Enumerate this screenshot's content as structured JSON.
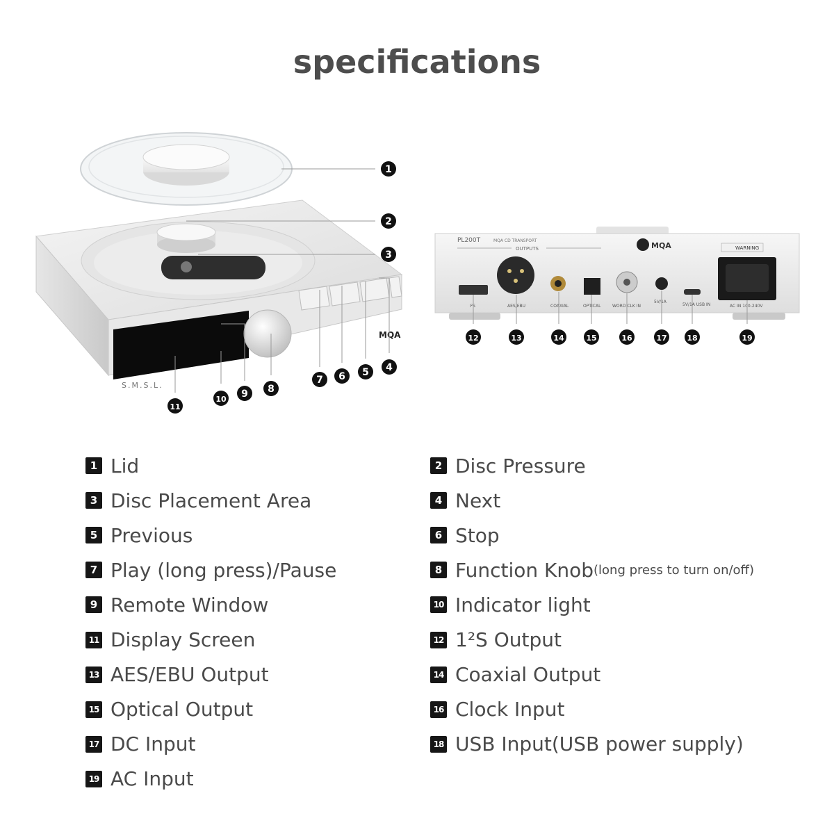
{
  "header": {
    "title": "specifications"
  },
  "device": {
    "front_brand": "S.M.S.L.",
    "front_logo": "MQA",
    "rear_model": "PL200T",
    "rear_subtitle": "MQA CD TRANSPORT",
    "rear_outputs_label": "OUTPUTS",
    "rear_logo": "MQA",
    "rear_warning": "WARNING",
    "ports": {
      "i2s": "I²S",
      "aes": "AES/EBU",
      "coaxial": "COAXIAL",
      "optical": "OPTICAL",
      "word_clk": "WORD CLK IN",
      "dc": "5V/1A",
      "usb": "5V/1A USB IN",
      "ac": "AC IN 100-240V"
    }
  },
  "callouts": [
    "1",
    "2",
    "3",
    "4",
    "5",
    "6",
    "7",
    "8",
    "9",
    "10",
    "11",
    "12",
    "13",
    "14",
    "15",
    "16",
    "17",
    "18",
    "19"
  ],
  "legend": [
    {
      "num": "1",
      "label": "Lid"
    },
    {
      "num": "2",
      "label": "Disc Pressure"
    },
    {
      "num": "3",
      "label": "Disc Placement Area"
    },
    {
      "num": "4",
      "label": "Next"
    },
    {
      "num": "5",
      "label": "Previous"
    },
    {
      "num": "6",
      "label": "Stop"
    },
    {
      "num": "7",
      "label": "Play (long press)/Pause"
    },
    {
      "num": "8",
      "label": "Function Knob",
      "note": "(long press to turn on/off)"
    },
    {
      "num": "9",
      "label": "Remote Window"
    },
    {
      "num": "10",
      "label": "Indicator light"
    },
    {
      "num": "11",
      "label": "Display Screen"
    },
    {
      "num": "12",
      "label": "1²S Output"
    },
    {
      "num": "13",
      "label": "AES/EBU Output"
    },
    {
      "num": "14",
      "label": "Coaxial Output"
    },
    {
      "num": "15",
      "label": "Optical Output"
    },
    {
      "num": "16",
      "label": "Clock Input"
    },
    {
      "num": "17",
      "label": "DC Input"
    },
    {
      "num": "18",
      "label": "USB Input(USB power supply)"
    },
    {
      "num": "19",
      "label": "AC Input"
    }
  ]
}
